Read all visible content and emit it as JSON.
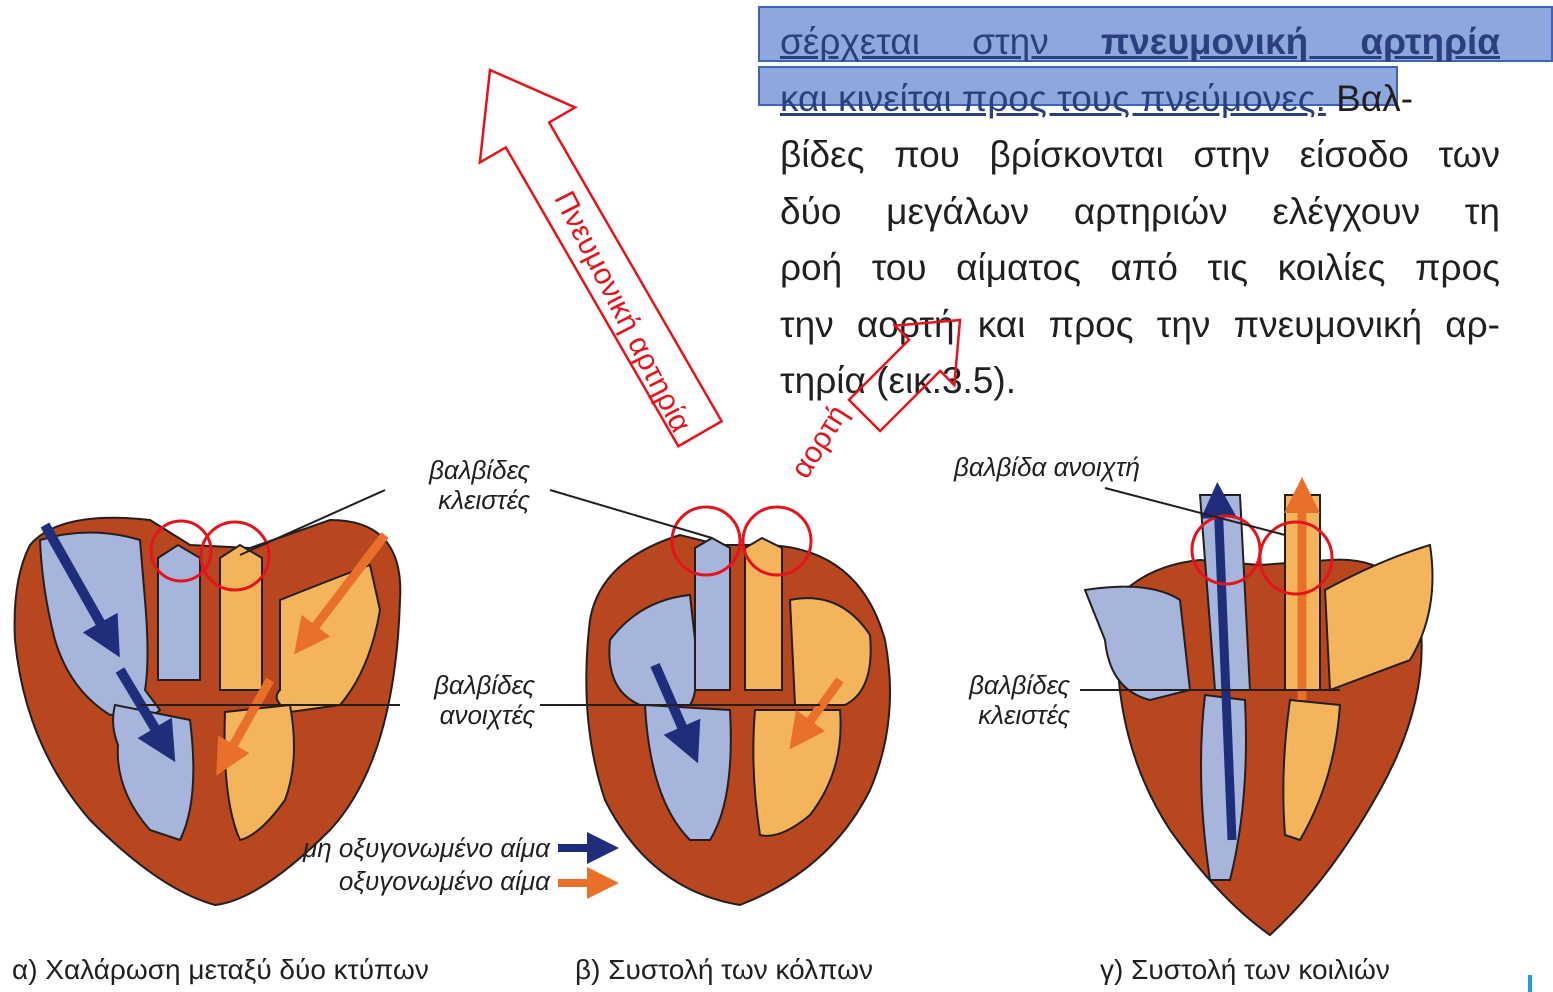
{
  "text_excerpt": {
    "lines": [
      {
        "parts": [
          {
            "t": "σέρχεται στην ",
            "style": "hl"
          },
          {
            "t": "πνευμονική αρτηρία",
            "style": "hl-bold"
          }
        ]
      },
      {
        "parts": [
          {
            "t": "και κινείται προς τους πνεύμονες.",
            "style": "hl"
          },
          {
            "t": " Βαλ-",
            "style": "plain"
          }
        ]
      },
      {
        "parts": [
          {
            "t": "βίδες που βρίσκονται στην είσοδο των",
            "style": "plain"
          }
        ]
      },
      {
        "parts": [
          {
            "t": "δύο μεγάλων αρτηριών ελέγχουν τη",
            "style": "plain"
          }
        ]
      },
      {
        "parts": [
          {
            "t": "ροή του αίματος από τις κοιλίες προς",
            "style": "plain"
          }
        ]
      },
      {
        "parts": [
          {
            "t": "την αορτή και προς την πνευμονική αρ-",
            "style": "plain"
          }
        ]
      },
      {
        "parts": [
          {
            "t": "τηρία (εικ.3.5).",
            "style": "plain"
          }
        ]
      }
    ]
  },
  "annotations": {
    "pulmonary_artery": "Πνευμονική αρτηρία",
    "aorta": "αορτή"
  },
  "labels": {
    "valves_closed_a": [
      "βαλβίδες",
      "κλειστές"
    ],
    "valves_open": [
      "βαλβίδες",
      "ανοιχτές"
    ],
    "valve_open_c": "βαλβίδα ανοιχτή",
    "valves_closed_c": [
      "βαλβίδες",
      "κλειστές"
    ]
  },
  "legend": {
    "deoxygenated": "μη οξυγονωμένο αίμα",
    "oxygenated": "οξυγονωμένο αίμα"
  },
  "captions": {
    "a": "α) Χαλάρωση μεταξύ δύο κτύπων",
    "b": "β) Συστολή των κόλπων",
    "c": "γ) Συστολή των κοιλιών"
  },
  "colors": {
    "muscle": "#b8461f",
    "deoxy_fill": "#a7b5dc",
    "oxy_fill": "#f4b45c",
    "blue_arrow": "#1f2d7a",
    "orange_arrow": "#e8702a",
    "annotation_red": "#e3141c",
    "highlight": "#8ea7dc"
  }
}
